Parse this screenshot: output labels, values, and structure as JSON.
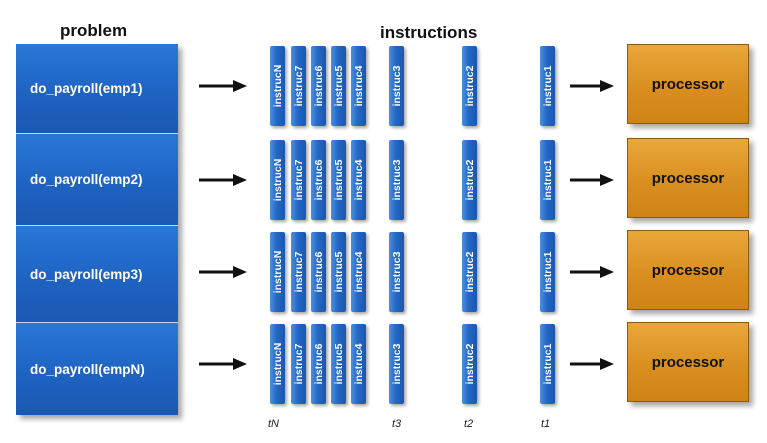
{
  "headers": {
    "problem": "problem",
    "instructions": "instructions"
  },
  "problems": [
    "do_payroll(emp1)",
    "do_payroll(emp2)",
    "do_payroll(emp3)",
    "do_payroll(empN)"
  ],
  "instructions": [
    "instrucN",
    "instruc7",
    "instruc6",
    "instruc5",
    "instruc4",
    "instruc3",
    "instruc2",
    "instruc1"
  ],
  "processor_label": "processor",
  "time_labels": {
    "tN": "tN",
    "t3": "t3",
    "t2": "t2",
    "t1": "t1"
  },
  "colors": {
    "problem_blue": "#1f63c2",
    "instr_blue": "#2468c6",
    "processor_orange": "#d88d1e"
  }
}
